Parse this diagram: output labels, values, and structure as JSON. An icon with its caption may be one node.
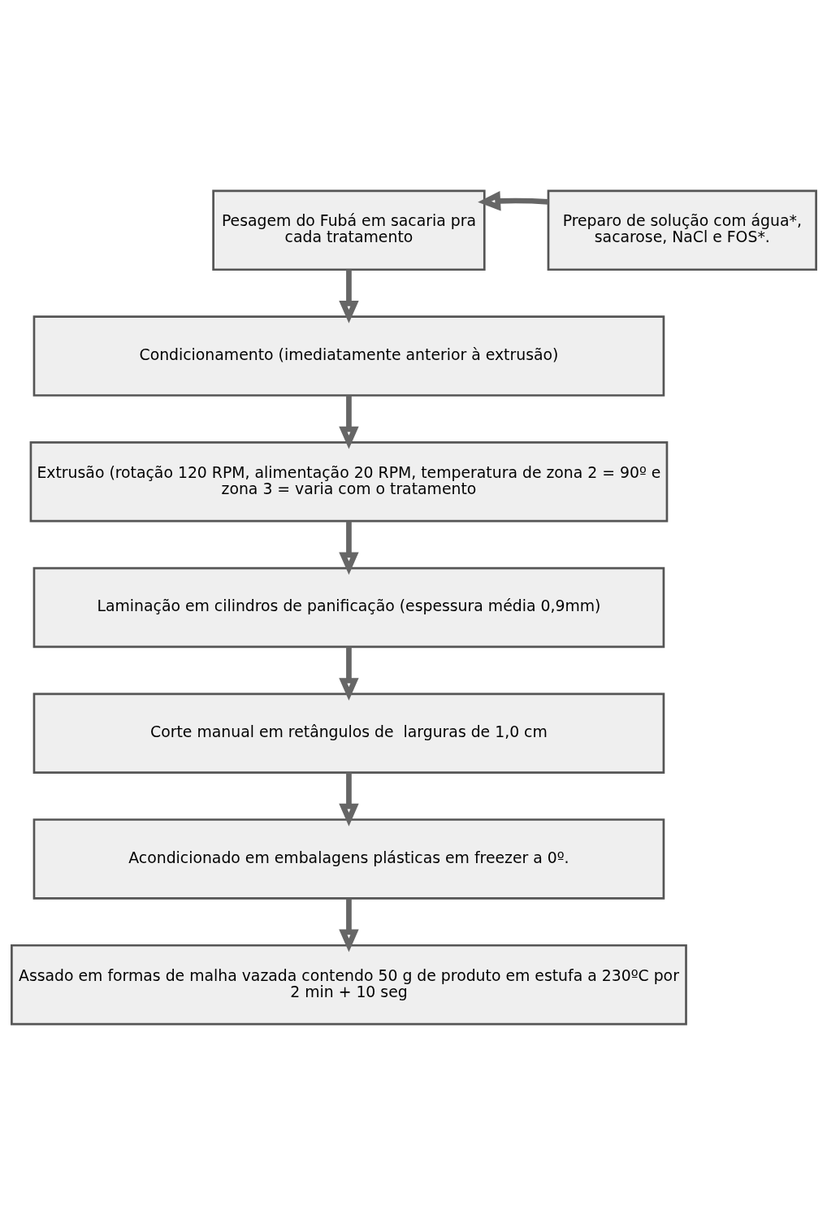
{
  "diagram": {
    "nodes": [
      {
        "text": [
          "Pesagem do Fubá em sacaria pra cada tratamento"
        ]
      },
      {
        "text": [
          "Preparo de solução com água*, sacarose, NaCl e FOS*."
        ]
      },
      {
        "text": [
          "Condicionamento (imediatamente anterior à extrusão)"
        ]
      },
      {
        "text": [
          "Extrusão (rotação 120 RPM, alimentação 20 RPM, temperatura de zona 2 = 90º e zona 3 = varia com o tratamento"
        ]
      },
      {
        "text": [
          "Laminação em cilindros de panificação (espessura média 0,9mm)"
        ]
      },
      {
        "text": [
          "Corte manual em retângulos de  larguras de 1,0 cm"
        ]
      },
      {
        "text": [
          "Acondicionado em embalagens plásticas em freezer a 0º."
        ]
      },
      {
        "text": [
          "Assado em formas de malha vazada contendo 50 g de produto em estufa a 230ºC por 2 min + 10 seg"
        ]
      }
    ],
    "edges": [
      {
        "from": 1,
        "to": 0,
        "arrow": "to"
      },
      {
        "from": 0,
        "to": 2,
        "arrow": "to"
      },
      {
        "from": 2,
        "to": 3,
        "arrow": "to"
      },
      {
        "from": 3,
        "to": 4,
        "arrow": "to"
      },
      {
        "from": 4,
        "to": 5,
        "arrow": "to"
      },
      {
        "from": 5,
        "to": 6,
        "arrow": "to"
      },
      {
        "from": 6,
        "to": 7,
        "arrow": "to"
      }
    ]
  }
}
